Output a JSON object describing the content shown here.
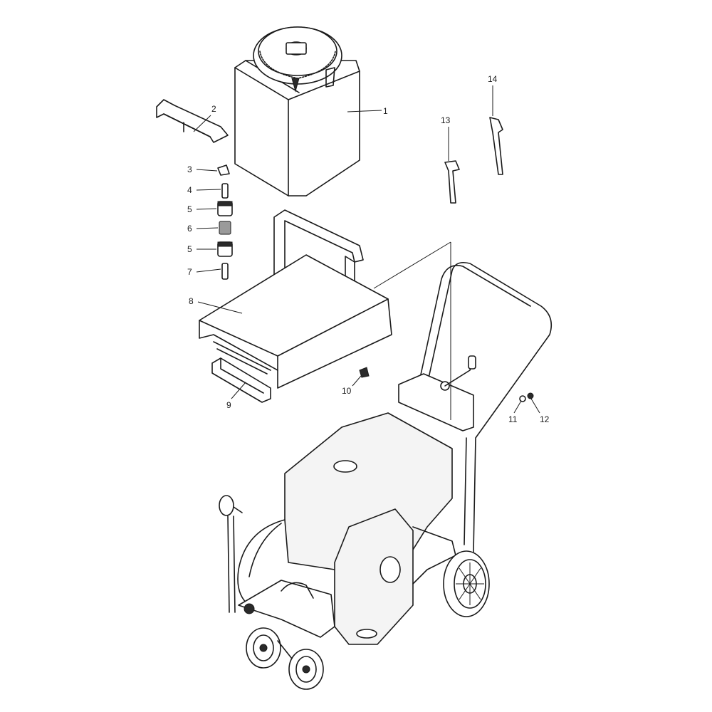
{
  "diagram": {
    "callouts": [
      {
        "id": "1",
        "label": "1"
      },
      {
        "id": "2",
        "label": "2"
      },
      {
        "id": "3",
        "label": "3"
      },
      {
        "id": "4",
        "label": "4"
      },
      {
        "id": "5a",
        "label": "5"
      },
      {
        "id": "6",
        "label": "6"
      },
      {
        "id": "5b",
        "label": "5"
      },
      {
        "id": "7",
        "label": "7"
      },
      {
        "id": "8",
        "label": "8"
      },
      {
        "id": "9",
        "label": "9"
      },
      {
        "id": "10",
        "label": "10"
      },
      {
        "id": "11",
        "label": "11"
      },
      {
        "id": "12",
        "label": "12"
      },
      {
        "id": "13",
        "label": "13"
      },
      {
        "id": "14",
        "label": "14"
      }
    ]
  }
}
